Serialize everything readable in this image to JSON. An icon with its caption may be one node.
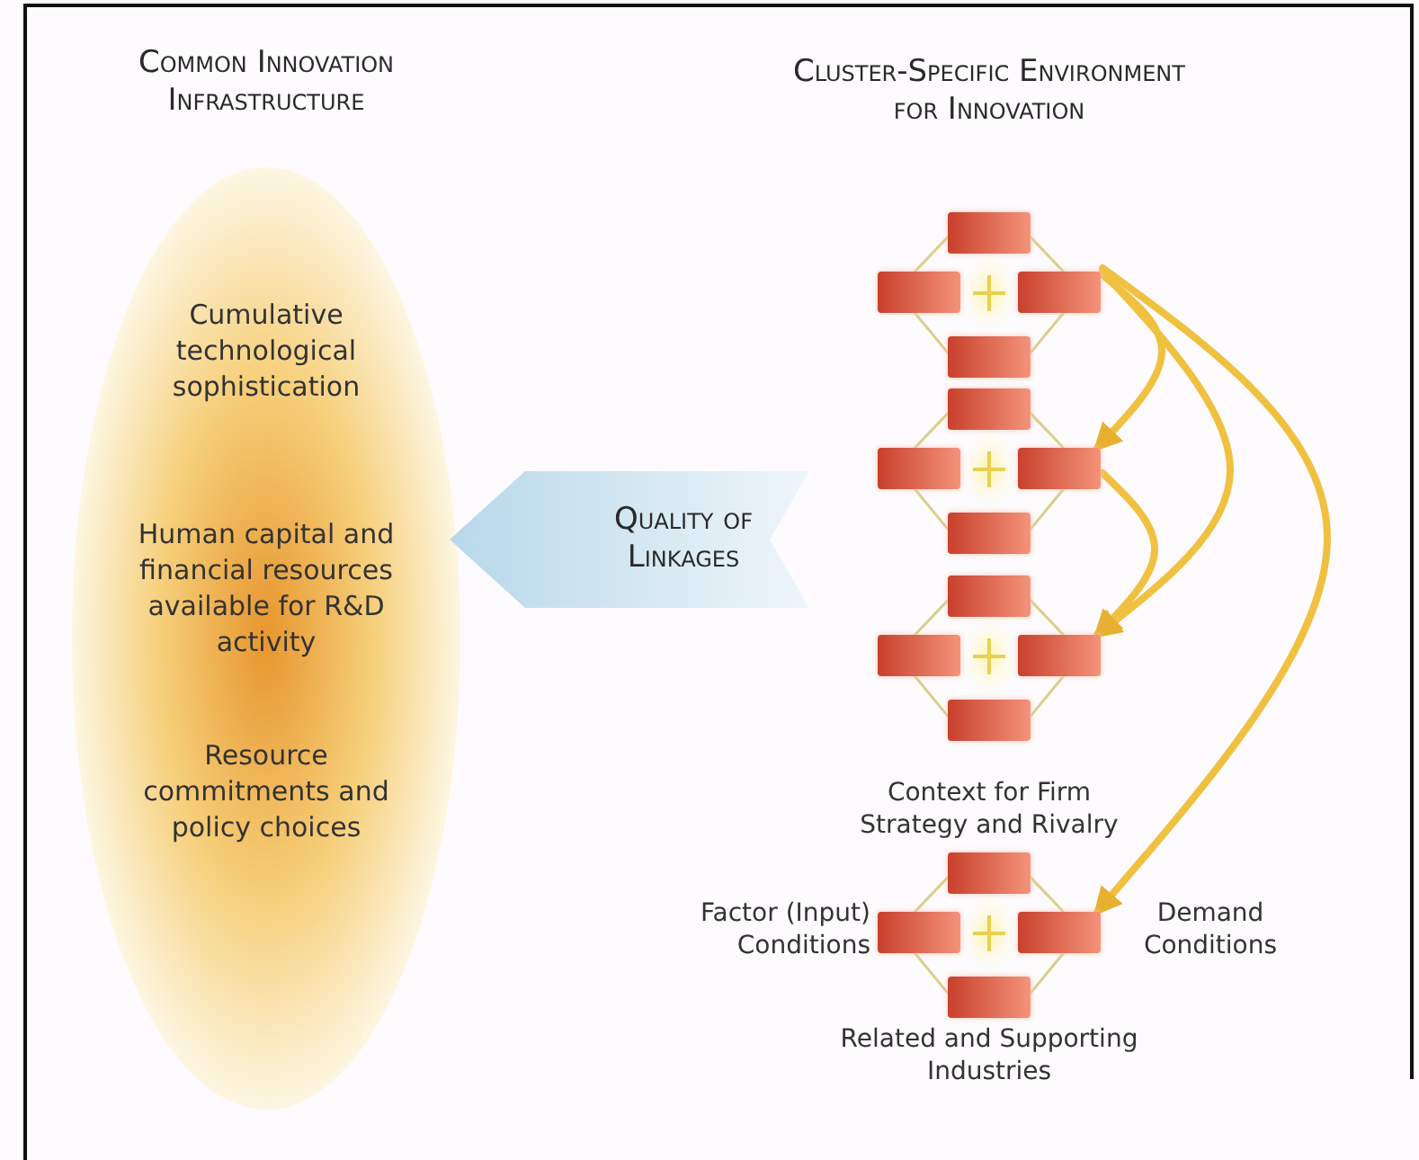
{
  "diagram": {
    "nodes": [
      {
        "text": [
          "Common Innovation Infrastructure",
          "Cumulative technological sophistication",
          "Human capital and financial resources available for R&D activity",
          "Resource commitments and policy choices"
        ]
      },
      {
        "text": [
          "Quality of Linkages"
        ]
      },
      {
        "text": [],
        "shape": "box"
      },
      {
        "text": [],
        "shape": "box"
      },
      {
        "text": [],
        "shape": "box"
      },
      {
        "text": [],
        "shape": "box"
      },
      {
        "text": [],
        "shape": "box"
      },
      {
        "text": [],
        "shape": "box"
      },
      {
        "text": [],
        "shape": "box"
      },
      {
        "text": [],
        "shape": "box"
      },
      {
        "text": [],
        "shape": "box"
      },
      {
        "text": [],
        "shape": "box"
      },
      {
        "text": [],
        "shape": "box"
      },
      {
        "text": [],
        "shape": "box"
      },
      {
        "text": [],
        "shape": "box",
        "beside": [
          "Context for Firm Strategy and Rivalry"
        ]
      },
      {
        "text": [],
        "shape": "box",
        "beside": [
          "Factor (Input) Conditions"
        ]
      },
      {
        "text": [],
        "shape": "box",
        "beside": [
          "Demand Conditions"
        ]
      },
      {
        "text": [],
        "shape": "box",
        "beside": [
          "Related and Supporting Industries"
        ]
      }
    ],
    "edges": [
      {
        "from": 2,
        "to": 3,
        "arrow": "none"
      },
      {
        "from": 2,
        "to": 4,
        "arrow": "none"
      },
      {
        "from": 3,
        "to": 5,
        "arrow": "none"
      },
      {
        "from": 4,
        "to": 5,
        "arrow": "none"
      },
      {
        "from": 6,
        "to": 7,
        "arrow": "none"
      },
      {
        "from": 6,
        "to": 8,
        "arrow": "none"
      },
      {
        "from": 7,
        "to": 9,
        "arrow": "none"
      },
      {
        "from": 8,
        "to": 9,
        "arrow": "none"
      },
      {
        "from": 10,
        "to": 11,
        "arrow": "none"
      },
      {
        "from": 10,
        "to": 12,
        "arrow": "none"
      },
      {
        "from": 11,
        "to": 13,
        "arrow": "none"
      },
      {
        "from": 12,
        "to": 13,
        "arrow": "none"
      },
      {
        "from": 14,
        "to": 15,
        "arrow": "none"
      },
      {
        "from": 14,
        "to": 16,
        "arrow": "none"
      },
      {
        "from": 15,
        "to": 17,
        "arrow": "none"
      },
      {
        "from": 16,
        "to": 17,
        "arrow": "none"
      },
      {
        "from": 4,
        "to": 8,
        "arrow": "to",
        "style": "thick",
        "color": "#f0c040"
      },
      {
        "from": 4,
        "to": 12,
        "arrow": "to",
        "style": "thick",
        "color": "#f0c040"
      },
      {
        "from": 4,
        "to": 16,
        "arrow": "to",
        "style": "thick",
        "color": "#f0c040"
      },
      {
        "from": 8,
        "to": 12,
        "arrow": "to",
        "style": "thick",
        "color": "#f0c040"
      }
    ],
    "labels": [
      "Cluster-Specific Environment for Innovation"
    ]
  }
}
